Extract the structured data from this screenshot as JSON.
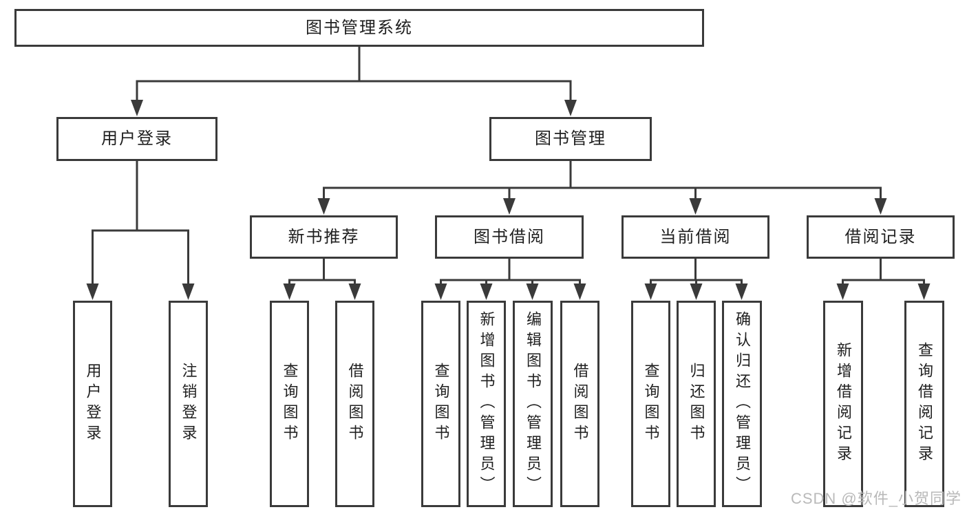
{
  "diagram": {
    "title": "图书管理系统",
    "level2": [
      {
        "label": "用户登录"
      },
      {
        "label": "图书管理"
      }
    ],
    "login_children": [
      {
        "label": "用户登录"
      },
      {
        "label": "注销登录"
      }
    ],
    "branches": [
      {
        "label": "新书推荐",
        "children": [
          {
            "label": "查询图书"
          },
          {
            "label": "借阅图书"
          }
        ]
      },
      {
        "label": "图书借阅",
        "children": [
          {
            "label": "查询图书"
          },
          {
            "label": "新增图书（管理员）"
          },
          {
            "label": "编辑图书（管理员）"
          },
          {
            "label": "借阅图书"
          }
        ]
      },
      {
        "label": "当前借阅",
        "children": [
          {
            "label": "查询图书"
          },
          {
            "label": "归还图书"
          },
          {
            "label": "确认归还（管理员）"
          }
        ]
      },
      {
        "label": "借阅记录",
        "children": [
          {
            "label": "新增借阅记录"
          },
          {
            "label": "查询借阅记录"
          }
        ]
      }
    ],
    "watermark": "CSDN @软件_小贺同学"
  }
}
